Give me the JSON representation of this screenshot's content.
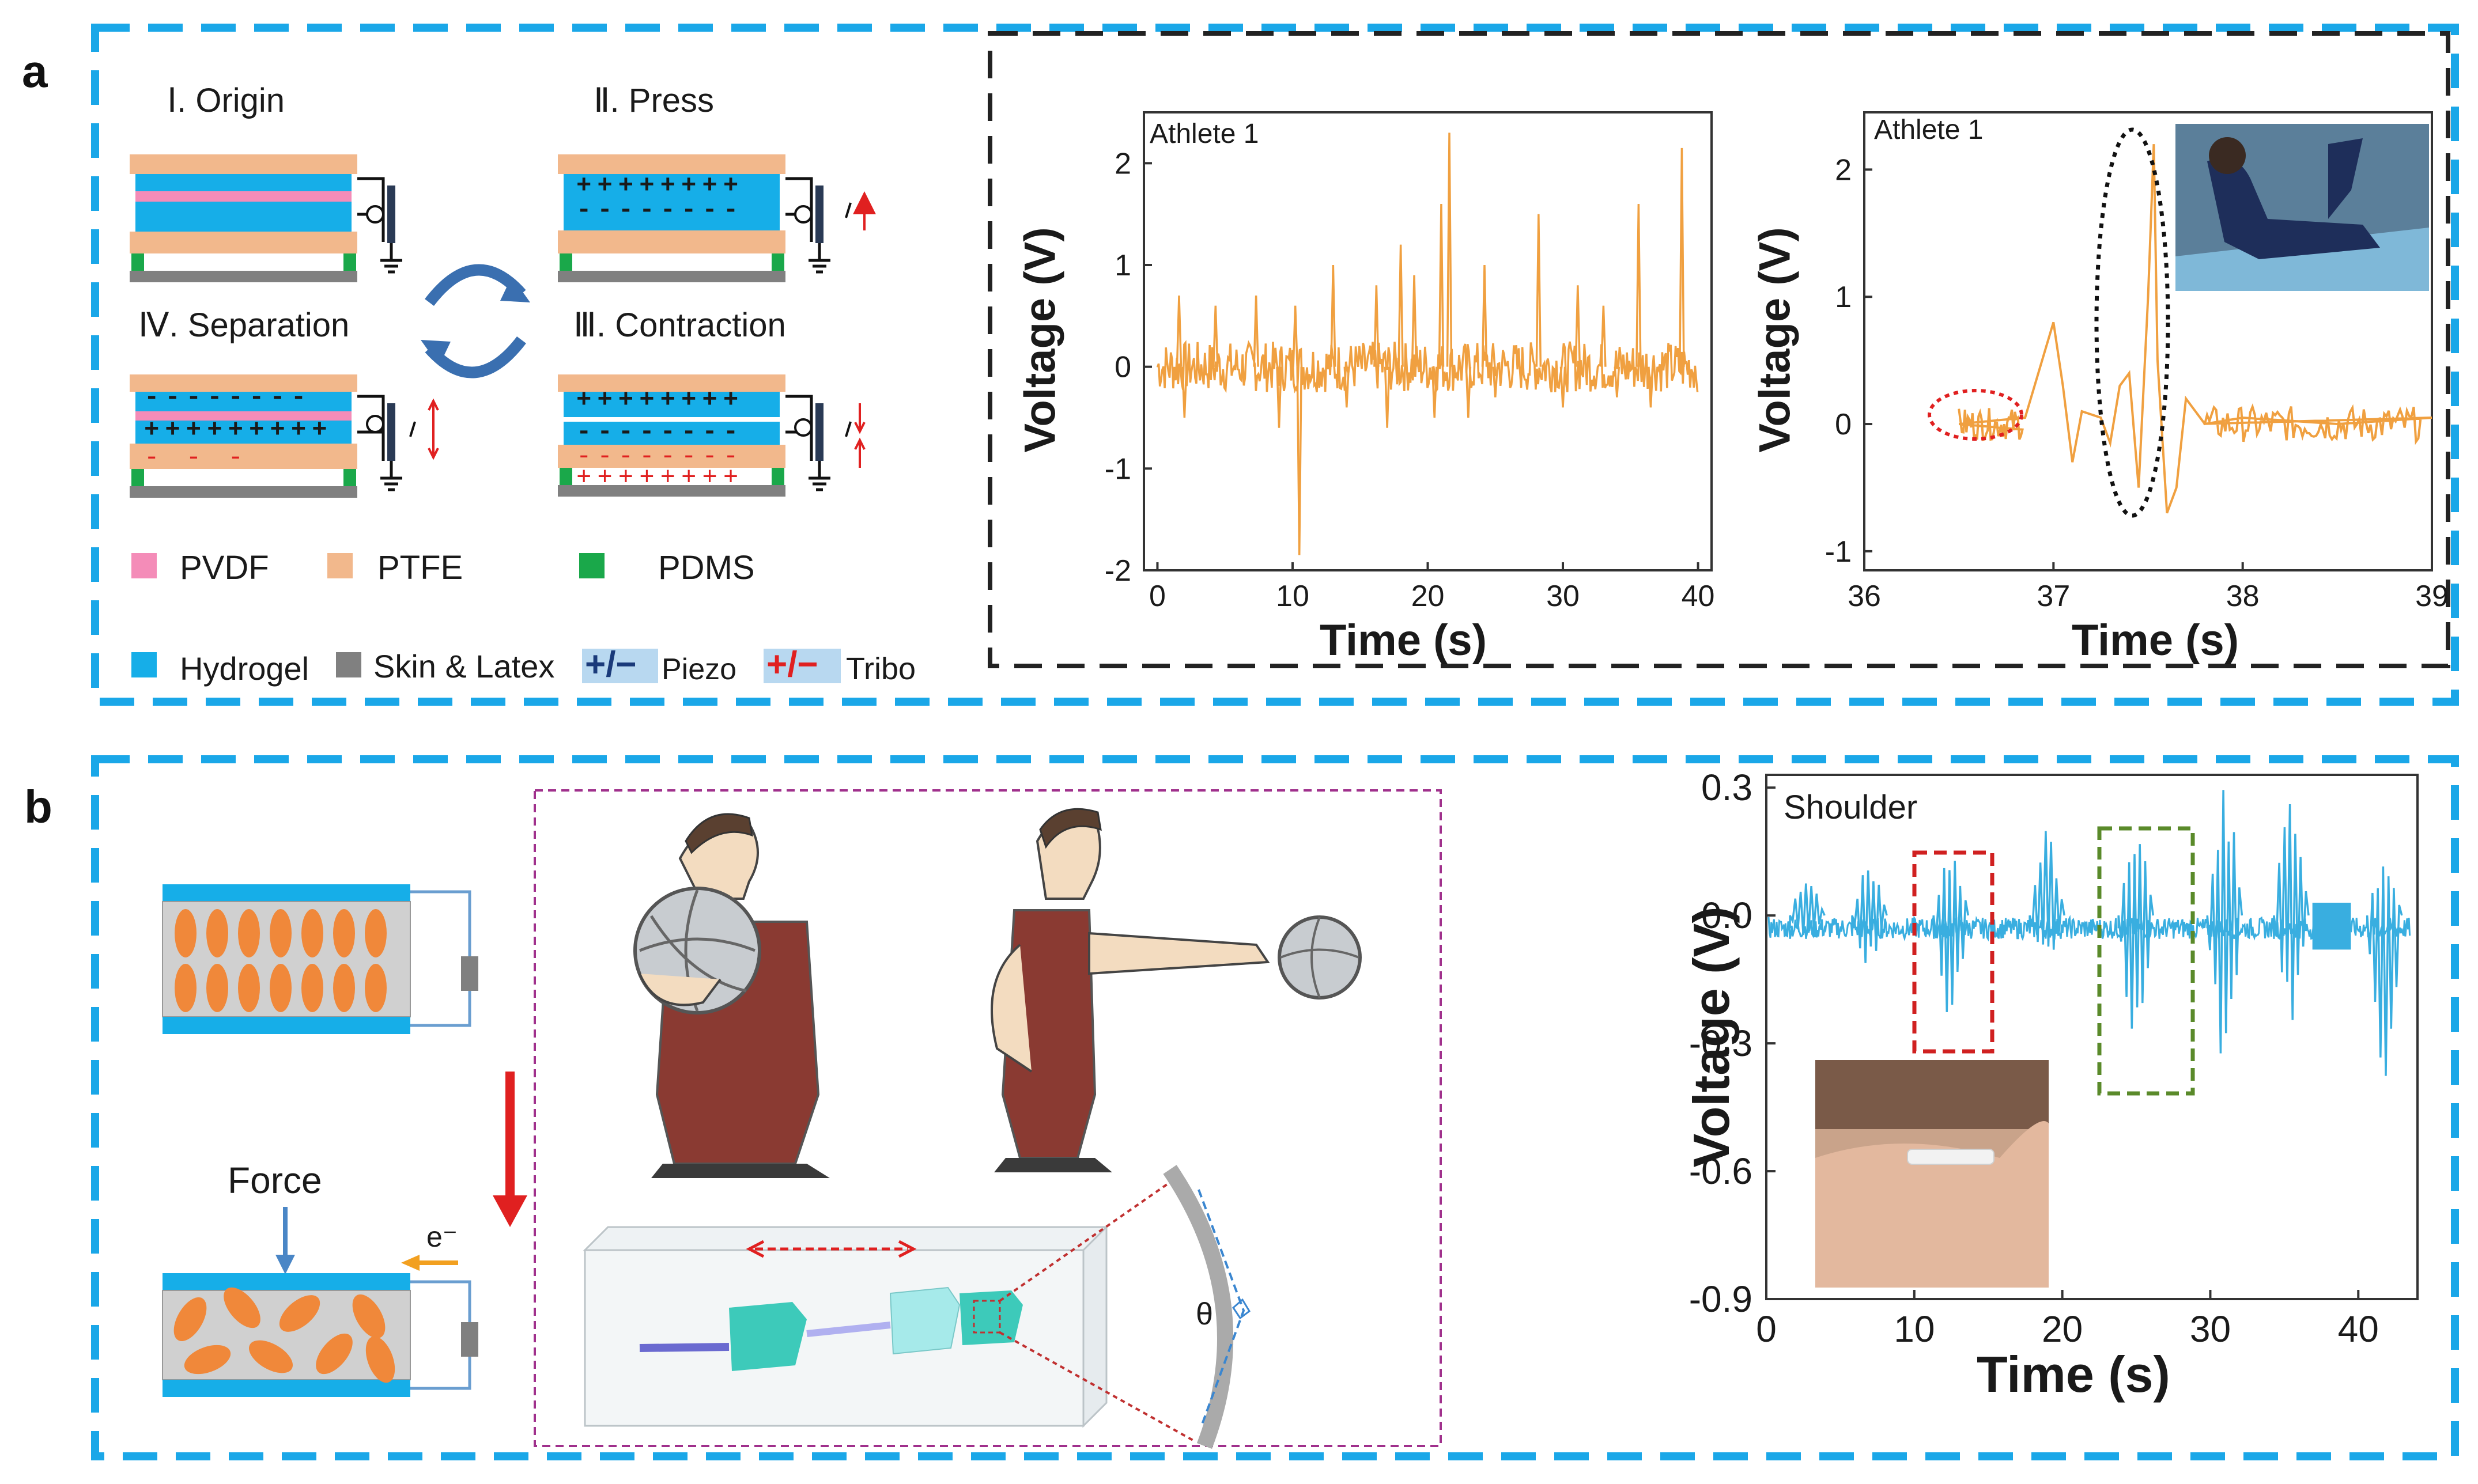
{
  "panel_labels": {
    "a": "a",
    "b": "b"
  },
  "stage_labels": {
    "origin": "Ⅰ. Origin",
    "press": "Ⅱ. Press",
    "separation": "Ⅳ. Separation",
    "contraction": "Ⅲ. Contraction"
  },
  "legend": {
    "pvdf": "PVDF",
    "ptfe": "PTFE",
    "pdms": "PDMS",
    "hydrogel": "Hydrogel",
    "skin": "Skin & Latex",
    "piezo_symbol": "+/−",
    "piezo": "Piezo",
    "tribo_symbol": "+/−",
    "tribo": "Tribo"
  },
  "colors": {
    "frame_blue": "#1aa7e8",
    "hydrogel": "#16aee8",
    "ptfe": "#f2b88c",
    "pvdf": "#f48cb8",
    "pdms": "#1aa84a",
    "skin": "#808080",
    "signal_orange": "#f0a040",
    "signal_blue": "#39aee0",
    "red": "#e02020",
    "purple_dash": "#a0308c",
    "green_dash": "#5a8a2a"
  },
  "diagram_b": {
    "force_label": "Force",
    "electron_label": "e⁻",
    "angle_label": "θ"
  },
  "chart_data": [
    {
      "type": "line",
      "annotation": "Athlete 1",
      "xlabel": "Time (s)",
      "ylabel": "Voltage (V)",
      "xlim": [
        -1,
        41
      ],
      "ylim": [
        -2,
        2.5
      ],
      "xticks": [
        0,
        10,
        20,
        30,
        40
      ],
      "yticks": [
        -2,
        -1,
        0,
        1,
        2
      ],
      "spikes": [
        {
          "x": 1.6,
          "y": 0.7
        },
        {
          "x": 2.0,
          "y": -0.5
        },
        {
          "x": 4.3,
          "y": 0.6
        },
        {
          "x": 7.3,
          "y": 0.7
        },
        {
          "x": 9.0,
          "y": -0.6
        },
        {
          "x": 10.2,
          "y": 0.6
        },
        {
          "x": 10.5,
          "y": -1.85
        },
        {
          "x": 13.0,
          "y": 1.0
        },
        {
          "x": 14.0,
          "y": -0.4
        },
        {
          "x": 16.2,
          "y": 0.8
        },
        {
          "x": 17.0,
          "y": -0.6
        },
        {
          "x": 18.0,
          "y": 1.2
        },
        {
          "x": 19.0,
          "y": 0.9
        },
        {
          "x": 20.5,
          "y": -0.5
        },
        {
          "x": 21.0,
          "y": 1.6
        },
        {
          "x": 21.6,
          "y": 2.3
        },
        {
          "x": 23.0,
          "y": -0.5
        },
        {
          "x": 24.2,
          "y": 1.0
        },
        {
          "x": 25.0,
          "y": -0.3
        },
        {
          "x": 28.2,
          "y": 1.5
        },
        {
          "x": 30.0,
          "y": -0.4
        },
        {
          "x": 31.1,
          "y": 0.8
        },
        {
          "x": 33.0,
          "y": 0.6
        },
        {
          "x": 34.0,
          "y": -0.3
        },
        {
          "x": 35.6,
          "y": 1.6
        },
        {
          "x": 36.5,
          "y": -0.4
        },
        {
          "x": 38.8,
          "y": 2.15
        }
      ]
    },
    {
      "type": "line",
      "annotation": "Athlete 1",
      "xlabel": "Time (s)",
      "ylabel": "Voltage (V)",
      "xlim": [
        36,
        39
      ],
      "ylim": [
        -1.15,
        2.45
      ],
      "xticks": [
        36,
        37,
        38,
        39
      ],
      "yticks": [
        -1,
        0,
        1,
        2
      ],
      "x": [
        36.5,
        36.85,
        36.9,
        36.95,
        37.0,
        37.05,
        37.1,
        37.15,
        37.25,
        37.3,
        37.35,
        37.4,
        37.45,
        37.5,
        37.53,
        37.55,
        37.6,
        37.65,
        37.7,
        37.8,
        38.0,
        38.5,
        39.0
      ],
      "y": [
        0.0,
        0.05,
        0.3,
        0.55,
        0.8,
        0.3,
        -0.3,
        0.1,
        0.05,
        -0.15,
        0.3,
        0.4,
        -0.5,
        1.0,
        2.2,
        0.5,
        -0.7,
        -0.5,
        0.2,
        0.0,
        0.05,
        0.0,
        0.05
      ]
    },
    {
      "type": "line",
      "annotation": "Shoulder",
      "xlabel": "Time (s)",
      "ylabel": "Voltage (V)",
      "xlim": [
        0,
        44
      ],
      "ylim": [
        -0.9,
        0.33
      ],
      "xticks": [
        0,
        10,
        20,
        30,
        40
      ],
      "yticks": [
        -0.9,
        -0.6,
        -0.3,
        0.0,
        0.3
      ],
      "ytick_labels": [
        "-0.9",
        "-0.6",
        "-0.3",
        "0.0",
        "0.3"
      ],
      "bursts": [
        {
          "x": 2.8,
          "up": 0.09,
          "down": -0.06
        },
        {
          "x": 7.0,
          "up": 0.13,
          "down": -0.12
        },
        {
          "x": 12.5,
          "up": 0.16,
          "down": -0.25
        },
        {
          "x": 19.0,
          "up": 0.2,
          "down": -0.12
        },
        {
          "x": 25.0,
          "up": 0.21,
          "down": -0.36
        },
        {
          "x": 31.0,
          "up": 0.3,
          "down": -0.38
        },
        {
          "x": 35.5,
          "up": 0.27,
          "down": -0.25
        },
        {
          "x": 41.8,
          "up": 0.12,
          "down": -0.4
        }
      ]
    }
  ]
}
